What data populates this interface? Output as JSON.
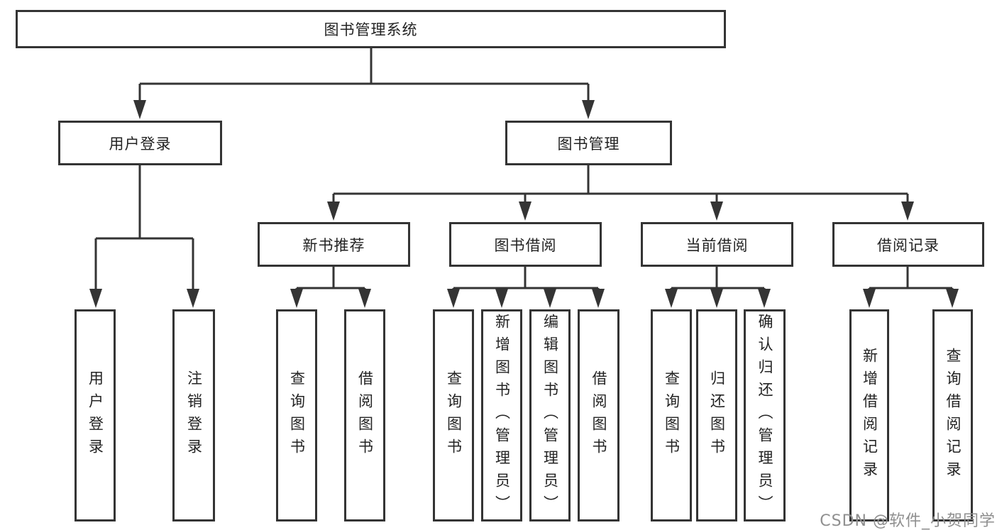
{
  "colors": {
    "line": "#343434",
    "box_border": "#343434",
    "box_background": "#ffffff",
    "text": "#232323",
    "watermark": "#8f8f8f",
    "page_background": "#ffffff"
  },
  "watermark": {
    "text": "CSDN @软件_小贺同学"
  },
  "diagram": {
    "type": "hierarchy",
    "root": {
      "label": "图书管理系统",
      "children": [
        {
          "label": "用户登录",
          "children": [
            {
              "label": "用户登录"
            },
            {
              "label": "注销登录"
            }
          ]
        },
        {
          "label": "图书管理",
          "children": [
            {
              "label": "新书推荐",
              "children": [
                {
                  "label": "查询图书"
                },
                {
                  "label": "借阅图书"
                }
              ]
            },
            {
              "label": "图书借阅",
              "children": [
                {
                  "label": "查询图书"
                },
                {
                  "label": "新增图书（管理员）"
                },
                {
                  "label": "编辑图书（管理员）"
                },
                {
                  "label": "借阅图书"
                }
              ]
            },
            {
              "label": "当前借阅",
              "children": [
                {
                  "label": "查询图书"
                },
                {
                  "label": "归还图书"
                },
                {
                  "label": "确认归还（管理员）"
                }
              ]
            },
            {
              "label": "借阅记录",
              "children": [
                {
                  "label": "新增借阅记录"
                },
                {
                  "label": "查询借阅记录"
                }
              ]
            }
          ]
        }
      ]
    }
  }
}
